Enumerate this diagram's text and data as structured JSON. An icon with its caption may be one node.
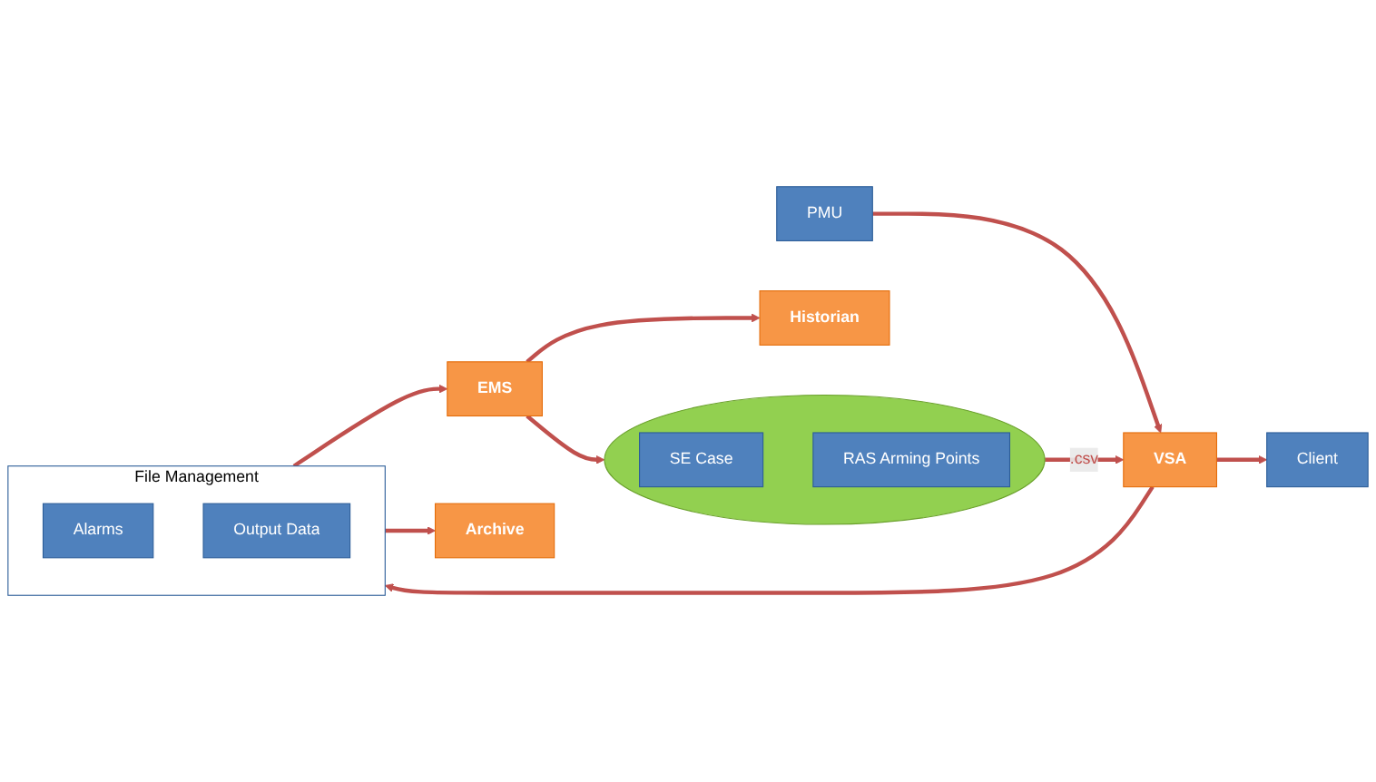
{
  "diagram": {
    "nodes": [
      {
        "text": [
          "EMS"
        ]
      },
      {
        "text": [
          "Historian"
        ]
      },
      {
        "text": [],
        "shape": "ellipse"
      },
      {
        "text": [
          "SE Case"
        ],
        "in": 2
      },
      {
        "text": [
          "RAS Arming Points"
        ],
        "in": 2
      },
      {
        "text": [
          "VSA"
        ]
      },
      {
        "text": [
          "PMU"
        ]
      },
      {
        "text": [
          "Client"
        ]
      },
      {
        "text": [
          "File Management"
        ]
      },
      {
        "text": [
          "Alarms"
        ],
        "in": 8
      },
      {
        "text": [
          "Output Data"
        ],
        "in": 8
      },
      {
        "text": [
          "Archive"
        ]
      }
    ],
    "edges": [
      {
        "from": 0,
        "to": 1,
        "arrow": "to"
      },
      {
        "from": 0,
        "to": 2,
        "arrow": "to"
      },
      {
        "from": 2,
        "to": 5,
        "label": ".csv",
        "arrow": "to"
      },
      {
        "from": 6,
        "to": 5,
        "arrow": "to"
      },
      {
        "from": 5,
        "to": 8,
        "arrow": "to"
      },
      {
        "from": 5,
        "to": 7,
        "arrow": "to"
      },
      {
        "from": 8,
        "to": 0,
        "arrow": "to"
      },
      {
        "from": 8,
        "to": 11,
        "arrow": "to"
      }
    ]
  }
}
